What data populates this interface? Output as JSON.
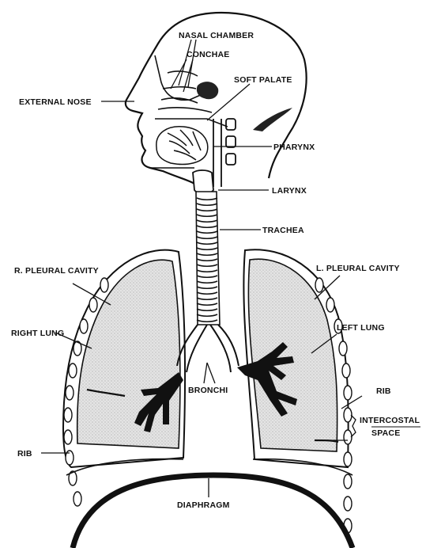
{
  "labels": {
    "nasal_chamber": "NASAL CHAMBER",
    "conchae": "CONCHAE",
    "soft_palate": "SOFT PALATE",
    "external_nose": "EXTERNAL NOSE",
    "pharynx": "PHARYNX",
    "larynx": "LARYNX",
    "trachea": "TRACHEA",
    "r_pleural_cavity": "R. PLEURAL CAVITY",
    "l_pleural_cavity": "L. PLEURAL CAVITY",
    "right_lung": "RIGHT LUNG",
    "left_lung": "LEFT LUNG",
    "bronchi": "BRONCHI",
    "rib_right": "RIB",
    "rib_left": "RIB",
    "intercostal": "INTERCOSTAL",
    "space": "SPACE",
    "diaphragm": "DIAPHRAGM"
  },
  "colors": {
    "ink": "#111111",
    "lung_fill": "#dedede",
    "background": "#ffffff"
  }
}
